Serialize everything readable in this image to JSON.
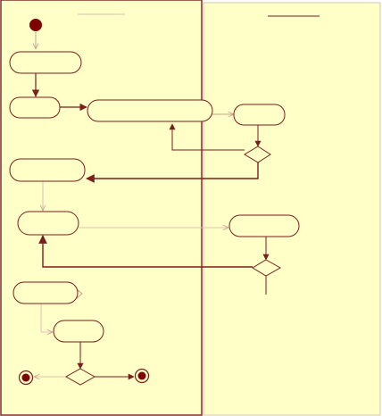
{
  "diagram": {
    "kind": "uml-activity-diagram",
    "colors": {
      "lane_fill": "#ffffc8",
      "stroke": "#7a1e1e",
      "faint_stroke": "#e0c0b0",
      "dot": "#800000"
    },
    "swimlanes": [
      {
        "id": "left-swimlane",
        "title": ""
      },
      {
        "id": "right-swimlane",
        "title": ""
      }
    ],
    "nodes": [
      {
        "id": "initial-node",
        "type": "initial",
        "label": ""
      },
      {
        "id": "action-1",
        "type": "action",
        "label": ""
      },
      {
        "id": "action-2",
        "type": "action",
        "label": ""
      },
      {
        "id": "action-3",
        "type": "action",
        "label": ""
      },
      {
        "id": "action-4",
        "type": "action",
        "label": ""
      },
      {
        "id": "decision-1",
        "type": "decision",
        "label": ""
      },
      {
        "id": "action-5",
        "type": "action",
        "label": ""
      },
      {
        "id": "action-6",
        "type": "action",
        "label": ""
      },
      {
        "id": "action-7",
        "type": "action",
        "label": ""
      },
      {
        "id": "decision-2",
        "type": "decision",
        "label": ""
      },
      {
        "id": "action-8",
        "type": "action",
        "label": ""
      },
      {
        "id": "action-9",
        "type": "action",
        "label": ""
      },
      {
        "id": "decision-3",
        "type": "decision",
        "label": ""
      },
      {
        "id": "final-node-left",
        "type": "final",
        "label": ""
      },
      {
        "id": "final-node-right",
        "type": "final",
        "label": ""
      }
    ],
    "edges": [
      {
        "from": "initial-node",
        "to": "action-1"
      },
      {
        "from": "action-1",
        "to": "action-2"
      },
      {
        "from": "action-2",
        "to": "action-3"
      },
      {
        "from": "action-3",
        "to": "action-4"
      },
      {
        "from": "action-4",
        "to": "decision-1"
      },
      {
        "from": "decision-1",
        "to": "action-3"
      },
      {
        "from": "decision-1",
        "to": "action-5"
      },
      {
        "from": "action-5",
        "to": "action-6"
      },
      {
        "from": "action-6",
        "to": "action-7"
      },
      {
        "from": "action-7",
        "to": "decision-2"
      },
      {
        "from": "decision-2",
        "to": "action-6"
      },
      {
        "from": "action-8",
        "to": "action-9"
      },
      {
        "from": "action-9",
        "to": "decision-3"
      },
      {
        "from": "decision-3",
        "to": "final-node-left"
      },
      {
        "from": "decision-3",
        "to": "final-node-right"
      }
    ]
  }
}
